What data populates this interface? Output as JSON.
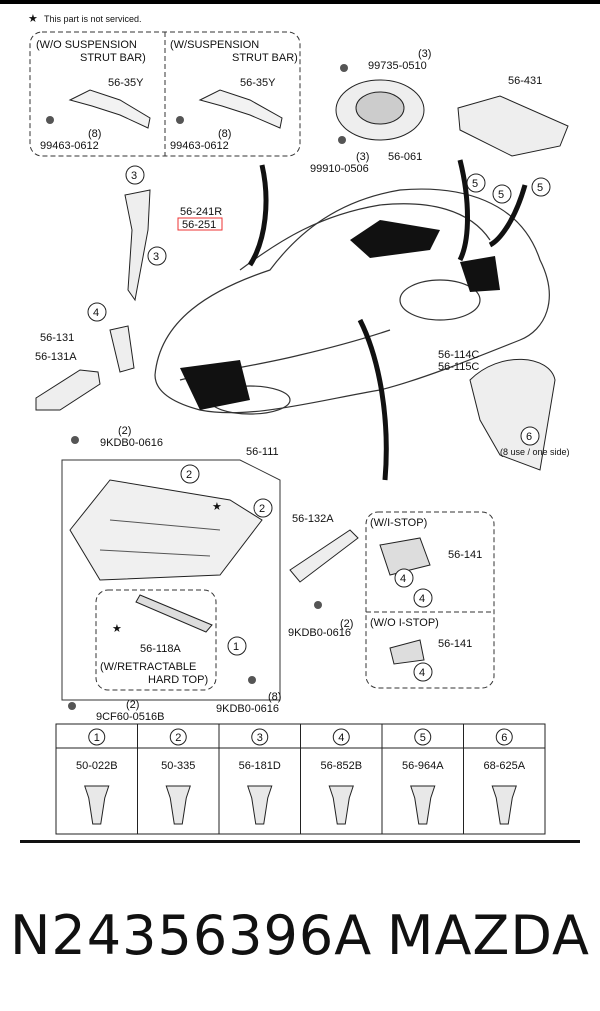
{
  "note": "This part is not serviced.",
  "top_left_box": {
    "left_variant": {
      "title_line1": "(W/O SUSPENSION",
      "title_line2": "STRUT BAR)",
      "part": "56-35Y",
      "bolt_qty": "(8)",
      "bolt": "99463-0612"
    },
    "right_variant": {
      "title_line1": "(W/SUSPENSION",
      "title_line2": "STRUT BAR)",
      "part": "56-35Y",
      "bolt_qty": "(8)",
      "bolt": "99463-0612"
    }
  },
  "speaker": {
    "top_qty": "(3)",
    "top_part": "99735-0510",
    "part": "56-061",
    "bottom_qty": "(3)",
    "bottom_part": "99910-0506"
  },
  "panel_431": {
    "part": "56-431"
  },
  "fender_strip": {
    "part_a": "56-241R",
    "part_b": "56-251"
  },
  "bracket": {
    "part_a": "56-131",
    "part_b": "56-131A",
    "bolt_qty": "(2)",
    "bolt": "9KDB0-0616"
  },
  "liner": {
    "part_a": "56-114C",
    "part_b": "56-115C",
    "note": "(8 use / one side)"
  },
  "undercover": {
    "part": "56-111",
    "sub_part": "56-118A",
    "sub_title_line1": "(W/RETRACTABLE",
    "sub_title_line2": "HARD TOP)",
    "bolt_left_qty": "(2)",
    "bolt_left": "9CF60-0516B",
    "bolt_right_qty": "(8)",
    "bolt_right": "9KDB0-0616"
  },
  "side_cover": {
    "part": "56-132A",
    "bolt_qty": "(2)",
    "bolt": "9KDB0-0616"
  },
  "istop": {
    "with_title": "(W/I-STOP)",
    "with_part": "56-141",
    "without_title": "(W/O I-STOP)",
    "without_part": "56-141"
  },
  "callouts": [
    "1",
    "2",
    "3",
    "4",
    "5",
    "6"
  ],
  "fastener_table": {
    "numbers": [
      "1",
      "2",
      "3",
      "4",
      "5",
      "6"
    ],
    "parts": [
      "50-022B",
      "50-335",
      "56-181D",
      "56-852B",
      "56-964A",
      "68-625A"
    ]
  },
  "footer": {
    "part_number": "N24356396A",
    "brand": "MAZDA"
  }
}
